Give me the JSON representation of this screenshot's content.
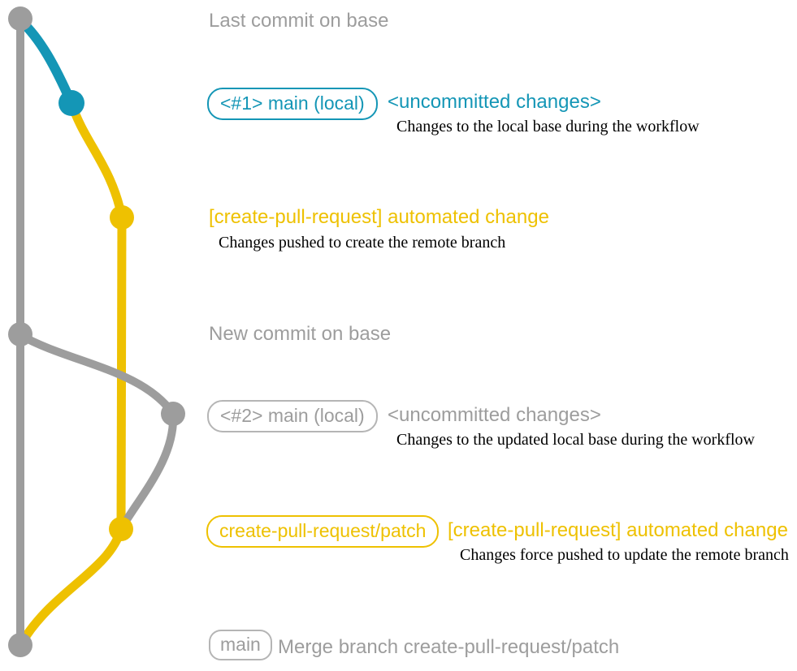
{
  "colors": {
    "teal": "#1496b6",
    "yellow": "#eec101",
    "gray": "#9d9d9d",
    "description_text": "#000000"
  },
  "annotations": {
    "last_commit": "Last commit on base",
    "new_commit": "New commit on base"
  },
  "rows": [
    {
      "branch_label": "<#1> main (local)",
      "message": "<uncommitted changes>",
      "description": "Changes to the local base during the workflow",
      "color": "teal"
    },
    {
      "message": "[create-pull-request] automated change",
      "description": "Changes pushed to create the remote branch",
      "color": "yellow"
    },
    {
      "branch_label": "<#2> main (local)",
      "message": "<uncommitted changes>",
      "description": "Changes to the updated local base during the workflow",
      "color": "gray"
    },
    {
      "branch_label": "create-pull-request/patch",
      "message": "[create-pull-request] automated change",
      "description": "Changes force pushed to update the remote branch",
      "color": "yellow"
    },
    {
      "branch_label": "main",
      "message": "Merge branch create-pull-request/patch",
      "color": "gray"
    }
  ],
  "graph": {
    "branches": [
      "base (gray)",
      "main local (teal/gray)",
      "create-pull-request/patch (yellow)"
    ],
    "commits": [
      "last-commit-on-base",
      "main-local-1",
      "patch-branch-created",
      "new-commit-on-base",
      "main-local-2",
      "patch-branch-force-pushed",
      "merge-into-base"
    ]
  }
}
